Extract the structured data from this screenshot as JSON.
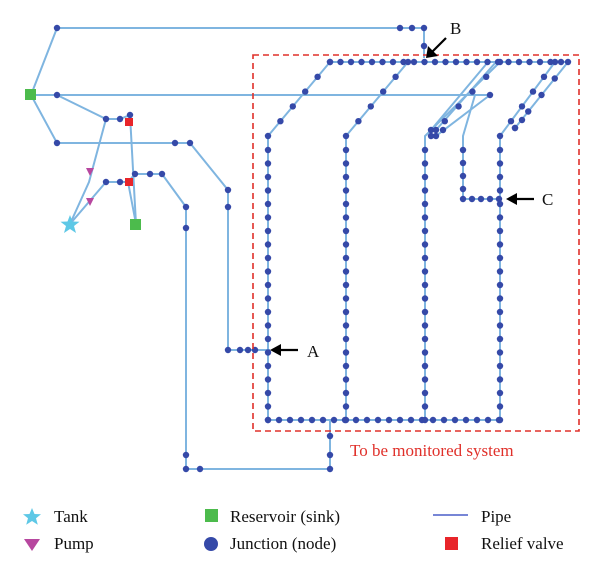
{
  "callouts": {
    "a": "A",
    "b": "B",
    "c": "C"
  },
  "monitored_region": {
    "label": "To be monitored system",
    "border_color": "#e0302a"
  },
  "legend": {
    "tank": "Tank",
    "pump": "Pump",
    "reservoir": "Reservoir (sink)",
    "junction": "Junction (node)",
    "pipe": "Pipe",
    "relief_valve": "Relief valve"
  },
  "colors": {
    "pipe": "#7fb5e0",
    "junction": "#3549a8",
    "reservoir": "#4cbb4c",
    "tank": "#5ec8e6",
    "pump": "#b7479f",
    "relief_valve": "#e8252a",
    "legend_pipe": "#4a5ec8"
  },
  "icons": {
    "tank": "star-icon",
    "pump": "triangle-down-icon",
    "reservoir": "square-icon",
    "junction": "circle-icon",
    "relief_valve": "square-icon"
  }
}
